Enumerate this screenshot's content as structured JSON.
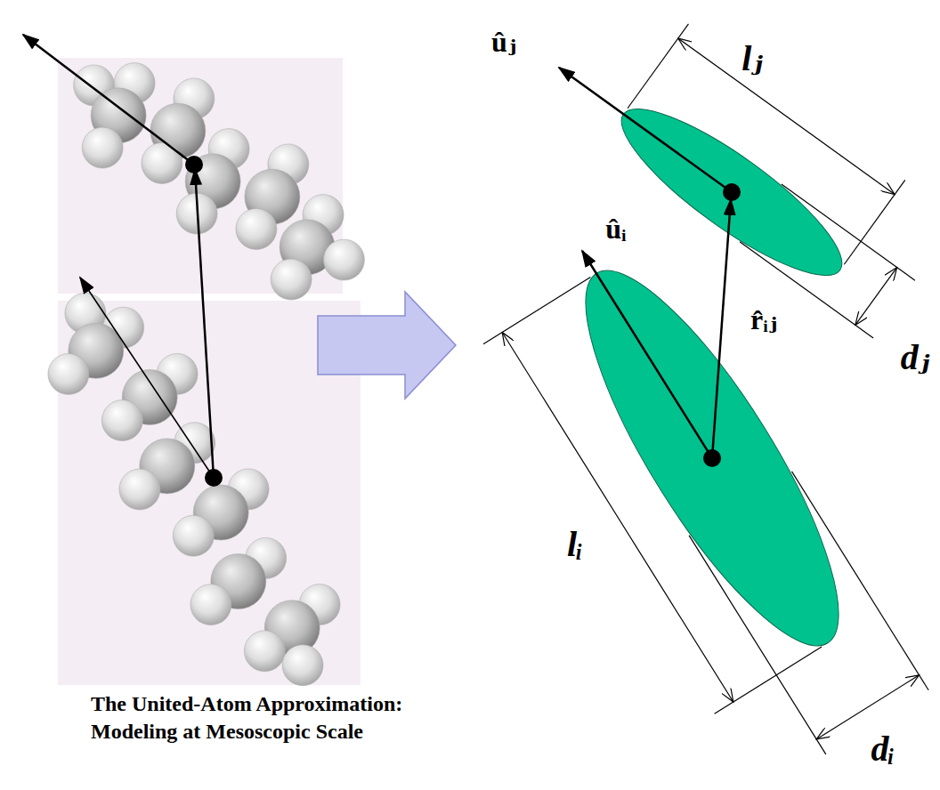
{
  "diagram": {
    "caption": "The United-Atom Approximation: Modeling at Mesoscopic Scale",
    "labels": [
      "ûⱼ",
      "ûᵢ",
      "r̂ᵢⱼ",
      "lⱼ",
      "lᵢ",
      "dⱼ",
      "dᵢ"
    ]
  }
}
